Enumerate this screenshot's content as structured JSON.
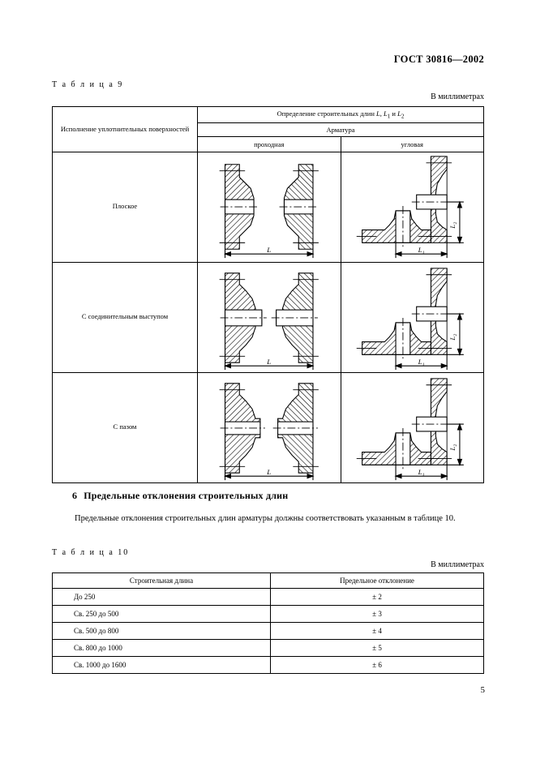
{
  "header": {
    "standard": "ГОСТ 30816—2002"
  },
  "table9": {
    "caption": "Т а б л и ц а  9",
    "units": "В миллиметрах",
    "header": {
      "col1": "Исполнение уплотнительных поверхностей",
      "span_title": "Определение строительных длин L, L1 и L2",
      "span_sub": "Арматура",
      "sub1": "проходная",
      "sub2": "угловая"
    },
    "rows": [
      {
        "label": "Плоское",
        "straight_dim": "L",
        "angular_dim_h": "L1",
        "angular_dim_v": "L2",
        "face_type": "flat"
      },
      {
        "label": "С соединительным выступом",
        "straight_dim": "L",
        "angular_dim_h": "L1",
        "angular_dim_v": "L2",
        "face_type": "raised"
      },
      {
        "label": "С пазом",
        "straight_dim": "L",
        "angular_dim_h": "L1",
        "angular_dim_v": "L2",
        "face_type": "groove"
      }
    ]
  },
  "section6": {
    "number": "6",
    "title": "Предельные отклонения строительных длин",
    "paragraph": "Предельные отклонения строительных длин арматуры должны соответствовать указанным в таблице 10."
  },
  "table10": {
    "caption": "Т а б л и ц а  10",
    "units": "В миллиметрах",
    "headers": [
      "Строительная длина",
      "Предельное отклонение"
    ],
    "rows": [
      {
        "length": "До 250",
        "deviation": "± 2"
      },
      {
        "length": "Св. 250 до 500",
        "deviation": "± 3"
      },
      {
        "length": "Св. 500 до 800",
        "deviation": "± 4"
      },
      {
        "length": "Св. 800 до 1000",
        "deviation": "± 5"
      },
      {
        "length": "Св. 1000 до 1600",
        "deviation": "± 6"
      }
    ]
  },
  "footer": {
    "page_number": "5"
  }
}
